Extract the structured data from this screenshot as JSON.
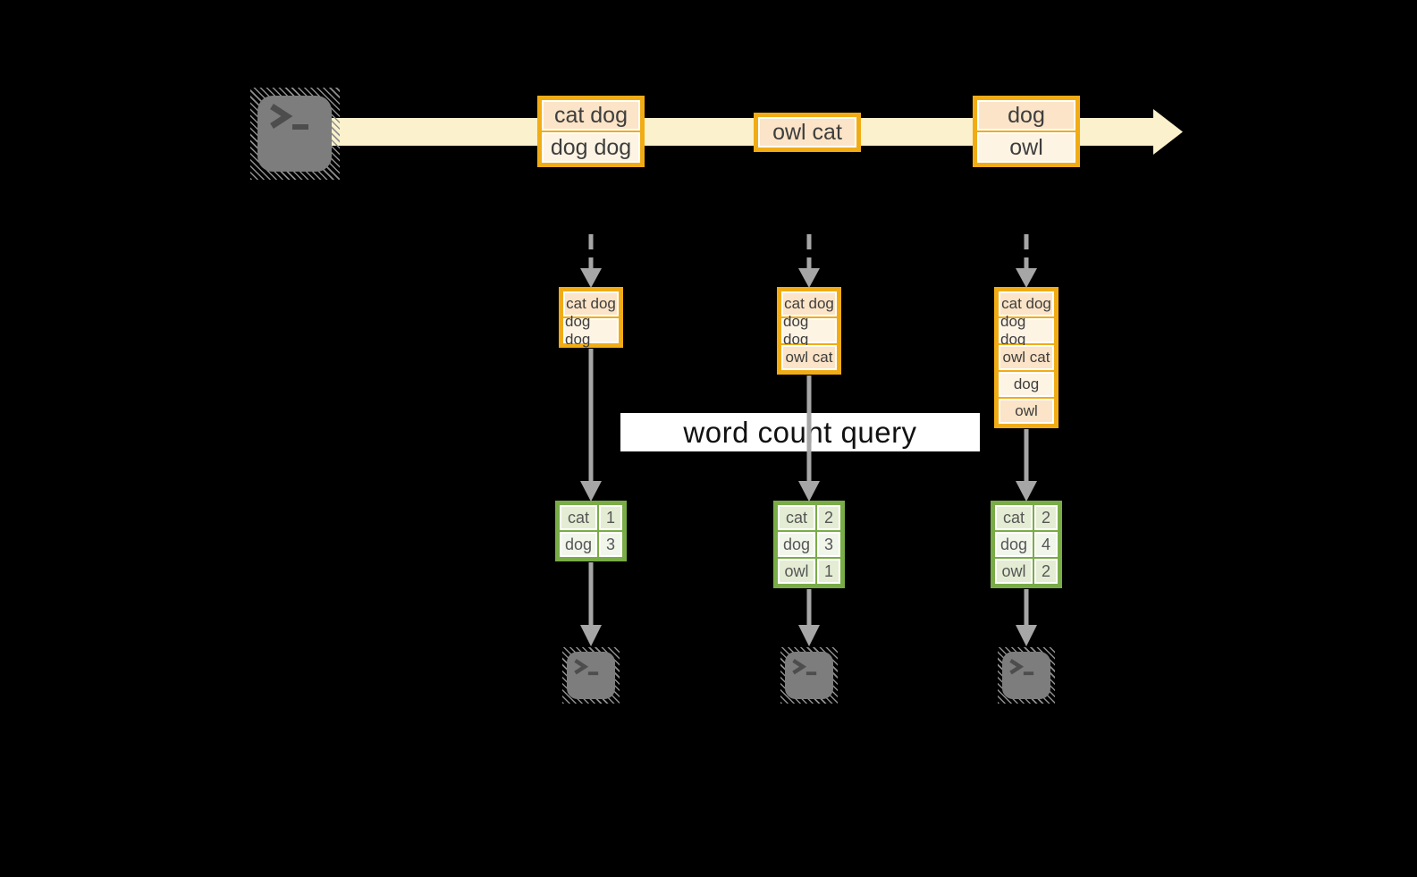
{
  "query_label": "word count query",
  "stream": {
    "events": [
      {
        "rows": [
          "cat dog",
          "dog dog"
        ]
      },
      {
        "rows": [
          "owl cat"
        ]
      },
      {
        "rows": [
          "dog",
          "owl"
        ]
      }
    ]
  },
  "columns": [
    {
      "state_rows": [
        "cat dog",
        "dog dog"
      ],
      "counts": [
        {
          "word": "cat",
          "count": "1"
        },
        {
          "word": "dog",
          "count": "3"
        }
      ]
    },
    {
      "state_rows": [
        "cat dog",
        "dog dog",
        "owl cat"
      ],
      "counts": [
        {
          "word": "cat",
          "count": "2"
        },
        {
          "word": "dog",
          "count": "3"
        },
        {
          "word": "owl",
          "count": "1"
        }
      ]
    },
    {
      "state_rows": [
        "cat dog",
        "dog dog",
        "owl cat",
        "dog",
        "owl"
      ],
      "counts": [
        {
          "word": "cat",
          "count": "2"
        },
        {
          "word": "dog",
          "count": "4"
        },
        {
          "word": "owl",
          "count": "2"
        }
      ]
    }
  ],
  "icons": {
    "source": "terminal-icon",
    "sinks": [
      "terminal-icon",
      "terminal-icon",
      "terminal-icon"
    ]
  },
  "colors": {
    "background": "#000000",
    "stream_band": "#FBF1CC",
    "event_border": "#F1AC15",
    "event_fill_dark": "#FBE4C7",
    "event_fill_light": "#FEF4E4",
    "result_border": "#79AC47",
    "result_fill_dark": "#E4EDD4",
    "result_fill_light": "#F1F6EB",
    "arrow_gray": "#A6A6A6",
    "query_band_bg": "#FFFFFF"
  }
}
